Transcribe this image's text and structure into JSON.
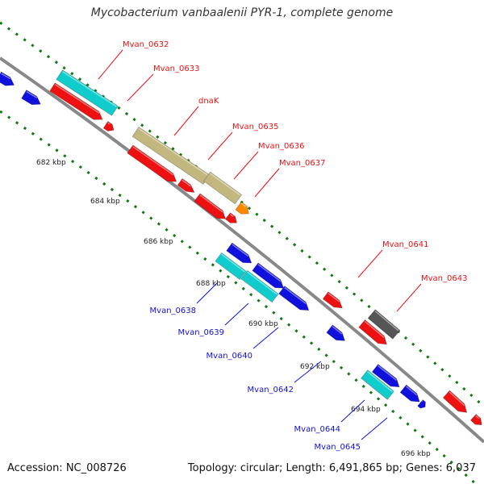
{
  "title": "Mycobacterium vanbaalenii PYR-1, complete genome",
  "accession": "Accession: NC_008726",
  "summary": "Topology: circular; Length: 6,491,865 bp; Genes: 6,037",
  "colors": {
    "forward": "#ee1111",
    "reverse": "#1111dd",
    "cyan": "#11cccc",
    "khaki": "#c2b77e",
    "orange": "#ff8800",
    "gray": "#555555",
    "backbone": "#888888",
    "tick": "#117711"
  },
  "ticks": [
    {
      "label": "682 kbp"
    },
    {
      "label": "684 kbp"
    },
    {
      "label": "686 kbp"
    },
    {
      "label": "688 kbp"
    },
    {
      "label": "690 kbp"
    },
    {
      "label": "692 kbp"
    },
    {
      "label": "694 kbp"
    },
    {
      "label": "696 kbp"
    }
  ],
  "forward_labels": [
    "Mvan_0632",
    "Mvan_0633",
    "dnaK",
    "Mvan_0635",
    "Mvan_0636",
    "Mvan_0637",
    "Mvan_0641",
    "Mvan_0643"
  ],
  "reverse_labels": [
    "Mvan_0638",
    "Mvan_0639",
    "Mvan_0640",
    "Mvan_0642",
    "Mvan_0644",
    "Mvan_0645"
  ]
}
